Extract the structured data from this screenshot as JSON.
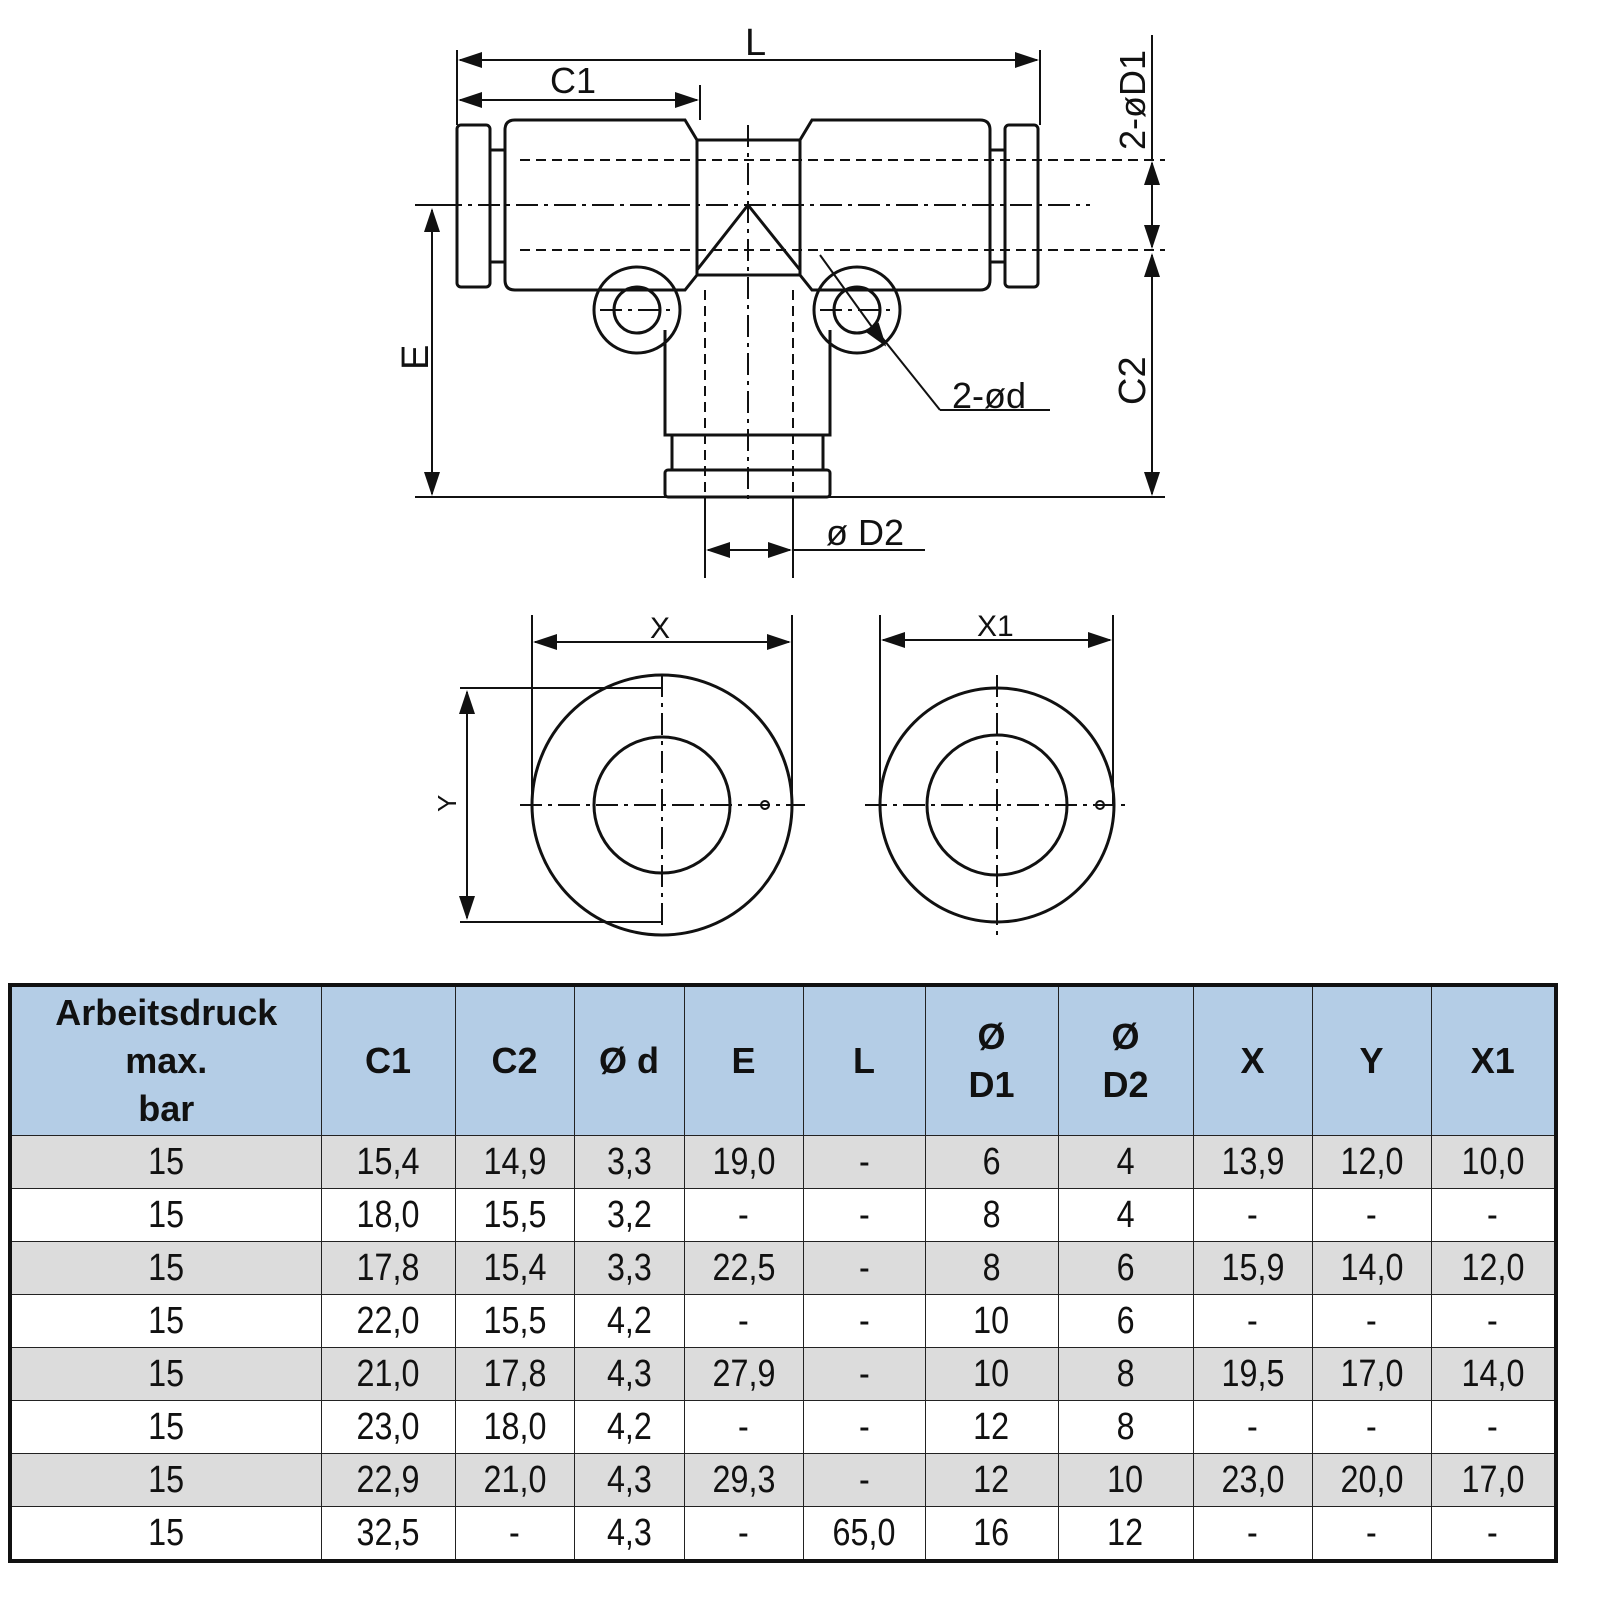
{
  "drawing": {
    "labels": {
      "L": "L",
      "C1": "C1",
      "D1": "2-øD1",
      "E": "E",
      "d": "2-ød",
      "C2": "C2",
      "D2": "ø D2",
      "X": "X",
      "X1": "X1",
      "Y": "Y"
    }
  },
  "table": {
    "headers": [
      "Arbeitsdruck max. bar",
      "C1",
      "C2",
      "Ø d",
      "E",
      "L",
      "Ø D1",
      "Ø D2",
      "X",
      "Y",
      "X1"
    ],
    "header_lines": {
      "h0": [
        "Arbeitsdruck",
        "max.",
        "bar"
      ],
      "h6": [
        "Ø",
        "D1"
      ],
      "h7": [
        "Ø",
        "D2"
      ]
    },
    "rows": [
      [
        "15",
        "15,4",
        "14,9",
        "3,3",
        "19,0",
        "-",
        "6",
        "4",
        "13,9",
        "12,0",
        "10,0"
      ],
      [
        "15",
        "18,0",
        "15,5",
        "3,2",
        "-",
        "-",
        "8",
        "4",
        "-",
        "-",
        "-"
      ],
      [
        "15",
        "17,8",
        "15,4",
        "3,3",
        "22,5",
        "-",
        "8",
        "6",
        "15,9",
        "14,0",
        "12,0"
      ],
      [
        "15",
        "22,0",
        "15,5",
        "4,2",
        "-",
        "-",
        "10",
        "6",
        "-",
        "-",
        "-"
      ],
      [
        "15",
        "21,0",
        "17,8",
        "4,3",
        "27,9",
        "-",
        "10",
        "8",
        "19,5",
        "17,0",
        "14,0"
      ],
      [
        "15",
        "23,0",
        "18,0",
        "4,2",
        "-",
        "-",
        "12",
        "8",
        "-",
        "-",
        "-"
      ],
      [
        "15",
        "22,9",
        "21,0",
        "4,3",
        "29,3",
        "-",
        "12",
        "10",
        "23,0",
        "20,0",
        "17,0"
      ],
      [
        "15",
        "32,5",
        "-",
        "4,3",
        "-",
        "65,0",
        "16",
        "12",
        "-",
        "-",
        "-"
      ]
    ]
  }
}
